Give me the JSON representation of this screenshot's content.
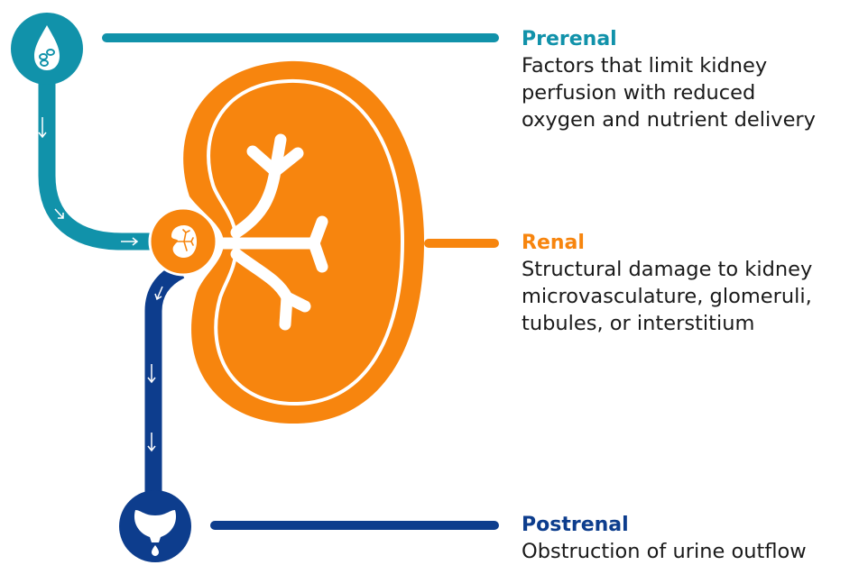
{
  "colors": {
    "prerenal": "#1192aa",
    "renal": "#f7850e",
    "postrenal": "#0d3d8d",
    "text": "#1a1a1a",
    "background": "#ffffff"
  },
  "icons": {
    "prerenal": "blood-drop-icon",
    "renal": "kidney-icon",
    "postrenal": "bladder-icon"
  },
  "captions": {
    "prerenal": {
      "title": "Prerenal",
      "lines": [
        "Factors that limit kidney",
        "perfusion with reduced",
        "oxygen and nutrient delivery"
      ]
    },
    "renal": {
      "title": "Renal",
      "lines": [
        "Structural damage to kidney",
        "microvasculature, glomeruli,",
        "tubules, or interstitium"
      ]
    },
    "postrenal": {
      "title": "Postrenal",
      "lines": [
        "Obstruction of urine outflow"
      ]
    }
  }
}
